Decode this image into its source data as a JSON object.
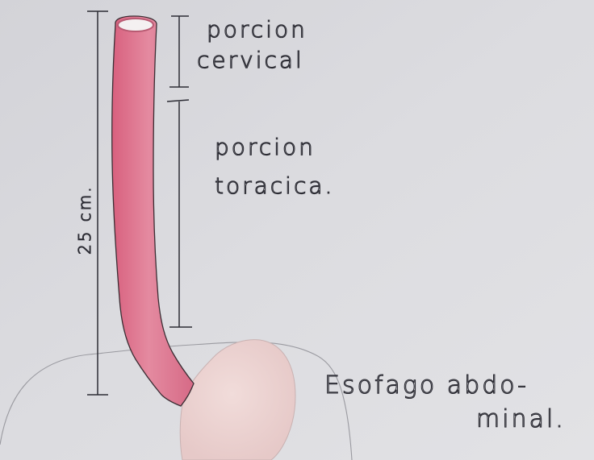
{
  "labels": {
    "cervical_line1": "porcion",
    "cervical_line2": "cervical",
    "thoracic_line1": "porcion",
    "thoracic_line2": "toracica.",
    "abdominal_line1": "Esofago abdo-",
    "abdominal_line2": "minal.",
    "length": "25 cm."
  },
  "colors": {
    "paper": "#d9d9dd",
    "esophagus": "#e07a92",
    "stomach": "#ecd4d2",
    "ink": "#2c2c34"
  }
}
